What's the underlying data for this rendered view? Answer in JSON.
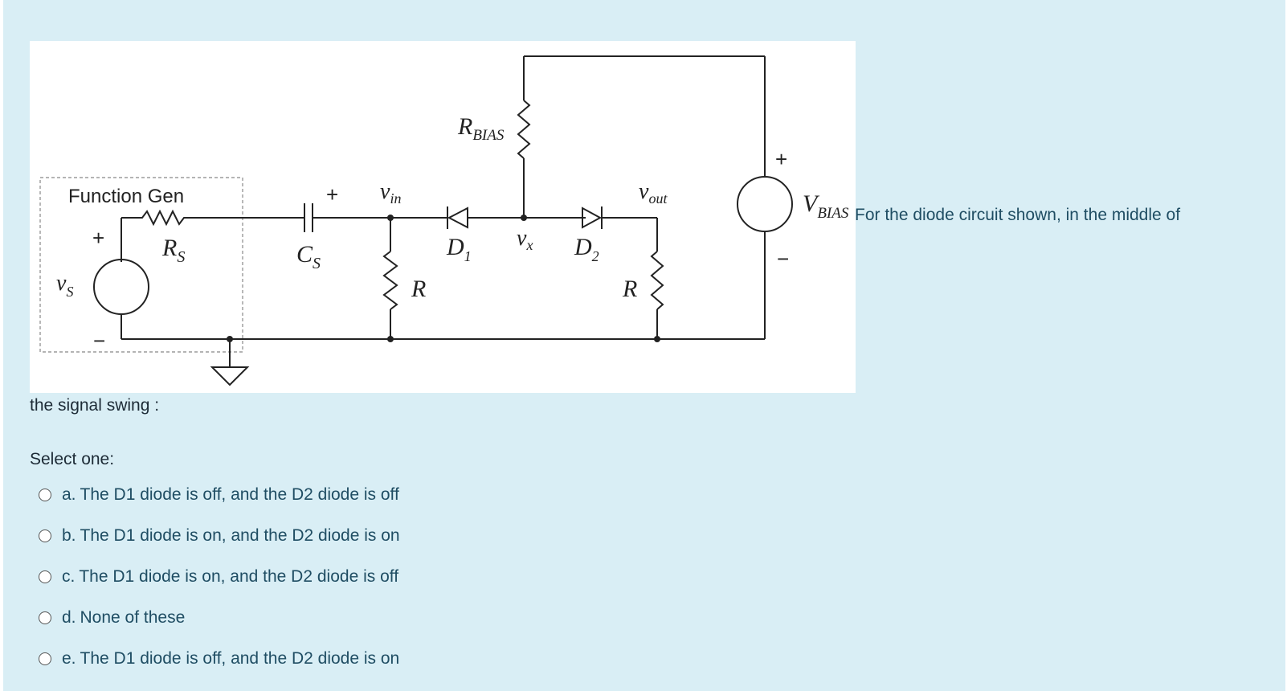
{
  "question": {
    "inline_text": "For the diode circuit shown, in the middle of",
    "continued_text": "the signal swing :",
    "select_prompt": "Select one:"
  },
  "circuit": {
    "function_gen_label": "Function Gen",
    "rs_label": "R",
    "rs_sub": "S",
    "vs_label": "v",
    "vs_sub": "S",
    "plus": "+",
    "minus": "−",
    "cs_label": "C",
    "cs_sub": "S",
    "vin_label": "v",
    "vin_sub": "in",
    "r_label": "R",
    "rbias_label": "R",
    "rbias_sub": "BIAS",
    "d1_label": "D",
    "d1_sub": "1",
    "vx_label": "v",
    "vx_sub": "x",
    "d2_label": "D",
    "d2_sub": "2",
    "vout_label": "v",
    "vout_sub": "out",
    "vbias_label": "V",
    "vbias_sub": "BIAS"
  },
  "options": [
    {
      "letter": "a.",
      "text": "The D1 diode is off, and the D2 diode is off"
    },
    {
      "letter": "b.",
      "text": "The D1 diode is on, and the D2 diode is on"
    },
    {
      "letter": "c.",
      "text": "The D1 diode is on, and the D2 diode is off"
    },
    {
      "letter": "d.",
      "text": "None of these"
    },
    {
      "letter": "e.",
      "text": "The D1 diode is off, and the D2 diode is on"
    }
  ]
}
